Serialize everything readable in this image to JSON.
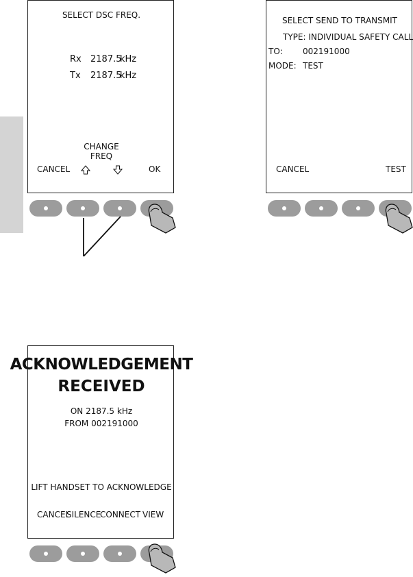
{
  "screen1": {
    "title": "SELECT DSC FREQ.",
    "rx_label": "Rx",
    "rx_value": "2187.5",
    "rx_unit": "kHz",
    "tx_label": "Tx",
    "tx_value": "2187.5",
    "tx_unit": "kHz",
    "change_line1": "CHANGE",
    "change_line2": "FREQ",
    "softkeys": {
      "cancel": "CANCEL",
      "up_icon": "up-arrow-icon",
      "down_icon": "down-arrow-icon",
      "ok": "OK"
    }
  },
  "screen2": {
    "title": "SELECT SEND TO TRANSMIT",
    "type_line": "TYPE: INDIVIDUAL  SAFETY  CALL",
    "to_label": "TO:",
    "to_value": "002191000",
    "mode_label": "MODE:",
    "mode_value": "TEST",
    "softkeys": {
      "cancel": "CANCEL",
      "test": "TEST"
    }
  },
  "screen3": {
    "heading_line1": "ACKNOWLEDGEMENT",
    "heading_line2": "RECEIVED",
    "on_line": "ON 2187.5 kHz",
    "from_line": "FROM 002191000",
    "instruction": "LIFT HANDSET TO ACKNOWLEDGE",
    "softkeys": {
      "cancel": "CANCEL",
      "silence": "SILENCE",
      "connect": "CONNECT",
      "view": "VIEW"
    }
  },
  "colors": {
    "key": "#9c9c9c",
    "finger": "#b8b8b8",
    "tab": "#d4d4d4",
    "border": "#222222"
  }
}
